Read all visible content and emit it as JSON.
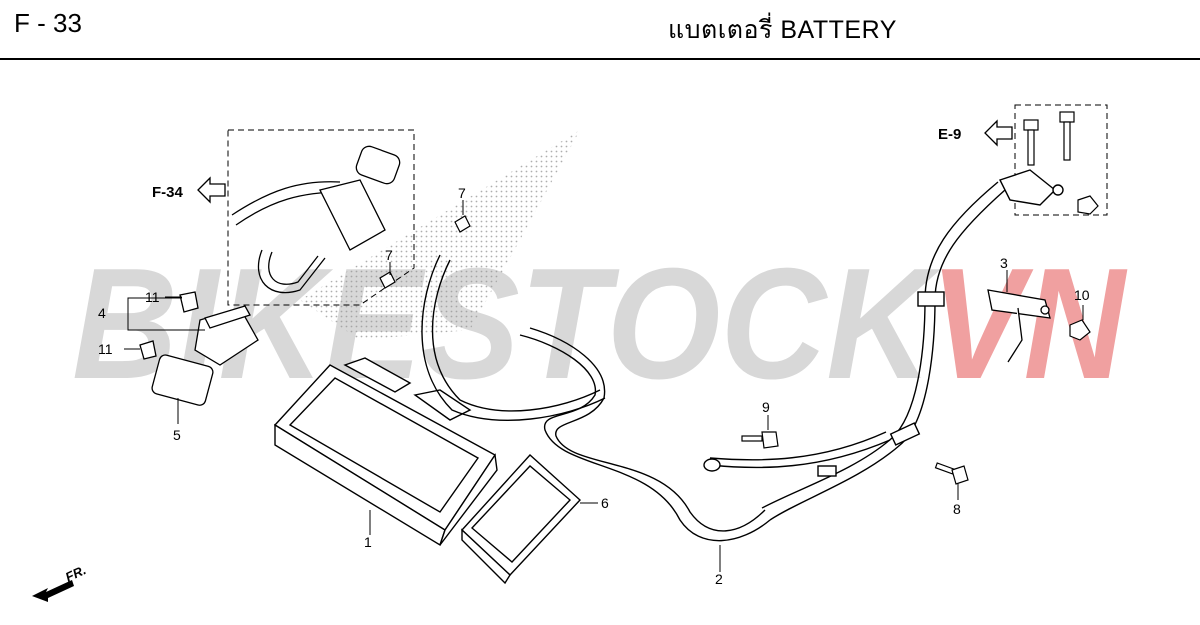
{
  "header": {
    "page_code": "F - 33",
    "title": "แบตเตอรี่  BATTERY"
  },
  "watermark": {
    "part1": "BIKESTOCK",
    "part2": "VN",
    "color1": "#d8d8d8",
    "color2": "#f0a0a0"
  },
  "references": {
    "f34": "F-34",
    "e9": "E-9"
  },
  "callouts": {
    "n1": "1",
    "n2": "2",
    "n3": "3",
    "n4": "4",
    "n5": "5",
    "n6": "6",
    "n7a": "7",
    "n7b": "7",
    "n8": "8",
    "n9": "9",
    "n10": "10",
    "n11a": "11",
    "n11b": "11"
  },
  "direction": {
    "label": "FR."
  }
}
